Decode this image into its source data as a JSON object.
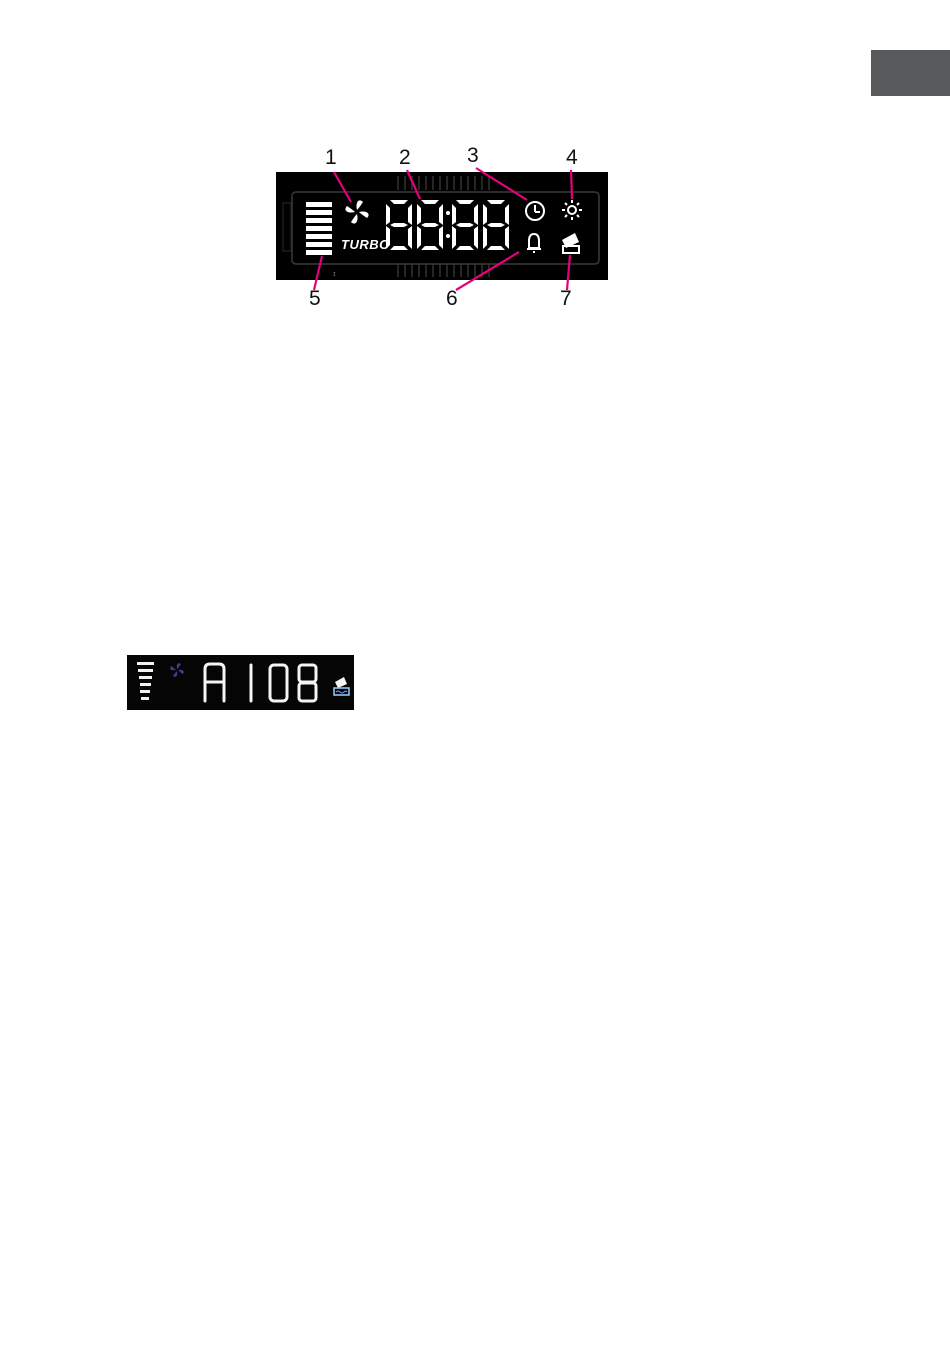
{
  "callouts": {
    "n1": "1",
    "n2": "2",
    "n3": "3",
    "n4": "4",
    "n5": "5",
    "n6": "6",
    "n7": "7"
  },
  "display": {
    "digits": "8888",
    "turbo_label": "TURBO",
    "icons": [
      "fan-icon",
      "clock-icon",
      "sun-icon",
      "bell-icon",
      "water-tank-icon"
    ],
    "speed_bars": 6
  },
  "example_display": {
    "digits": "A108",
    "speed_bars": 5,
    "icons": [
      "fan-icon",
      "water-tank-icon"
    ]
  },
  "colors": {
    "callout_line": "#e6007e",
    "lcd_bg": "#0a0a0a",
    "segment": "#ffffff",
    "tab": "#58595b"
  }
}
